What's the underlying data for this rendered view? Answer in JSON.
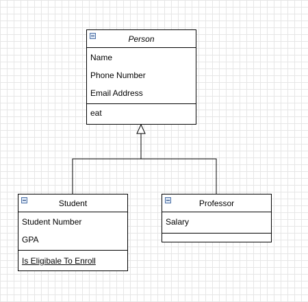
{
  "diagram": {
    "person": {
      "name": "Person",
      "attributes": [
        "Name",
        "Phone Number",
        "Email Address"
      ],
      "operations": [
        "eat"
      ]
    },
    "student": {
      "name": "Student",
      "attributes": [
        "Student Number",
        "GPA"
      ],
      "operations": [
        "Is Eligibale To Enroll"
      ]
    },
    "professor": {
      "name": "Professor",
      "attributes": [
        "Salary"
      ],
      "operations": []
    }
  }
}
